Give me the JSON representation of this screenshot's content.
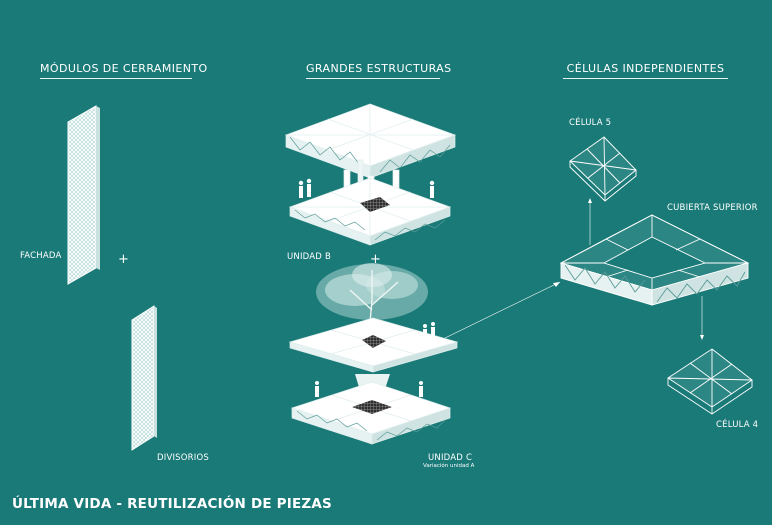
{
  "columns": {
    "left": "MÓDULOS  DE CERRAMIENTO",
    "center": "GRANDES ESTRUCTURAS",
    "right": "CÉLULAS INDEPENDIENTES"
  },
  "labels": {
    "fachada": "FACHADA",
    "divisorios": "DIVISORIOS",
    "unidad_b": "UNIDAD B",
    "unidad_c": "UNIDAD  C",
    "unidad_c_sub": "Variación unidad A",
    "celula_5": "CÉLULA 5",
    "cubierta_superior": "CUBIERTA SUPERIOR",
    "celula_4": "CÉLULA 4"
  },
  "plus_sign": "+",
  "footer": "ÚLTIMA VIDA  - REUTILIZACIÓN DE PIEZAS"
}
